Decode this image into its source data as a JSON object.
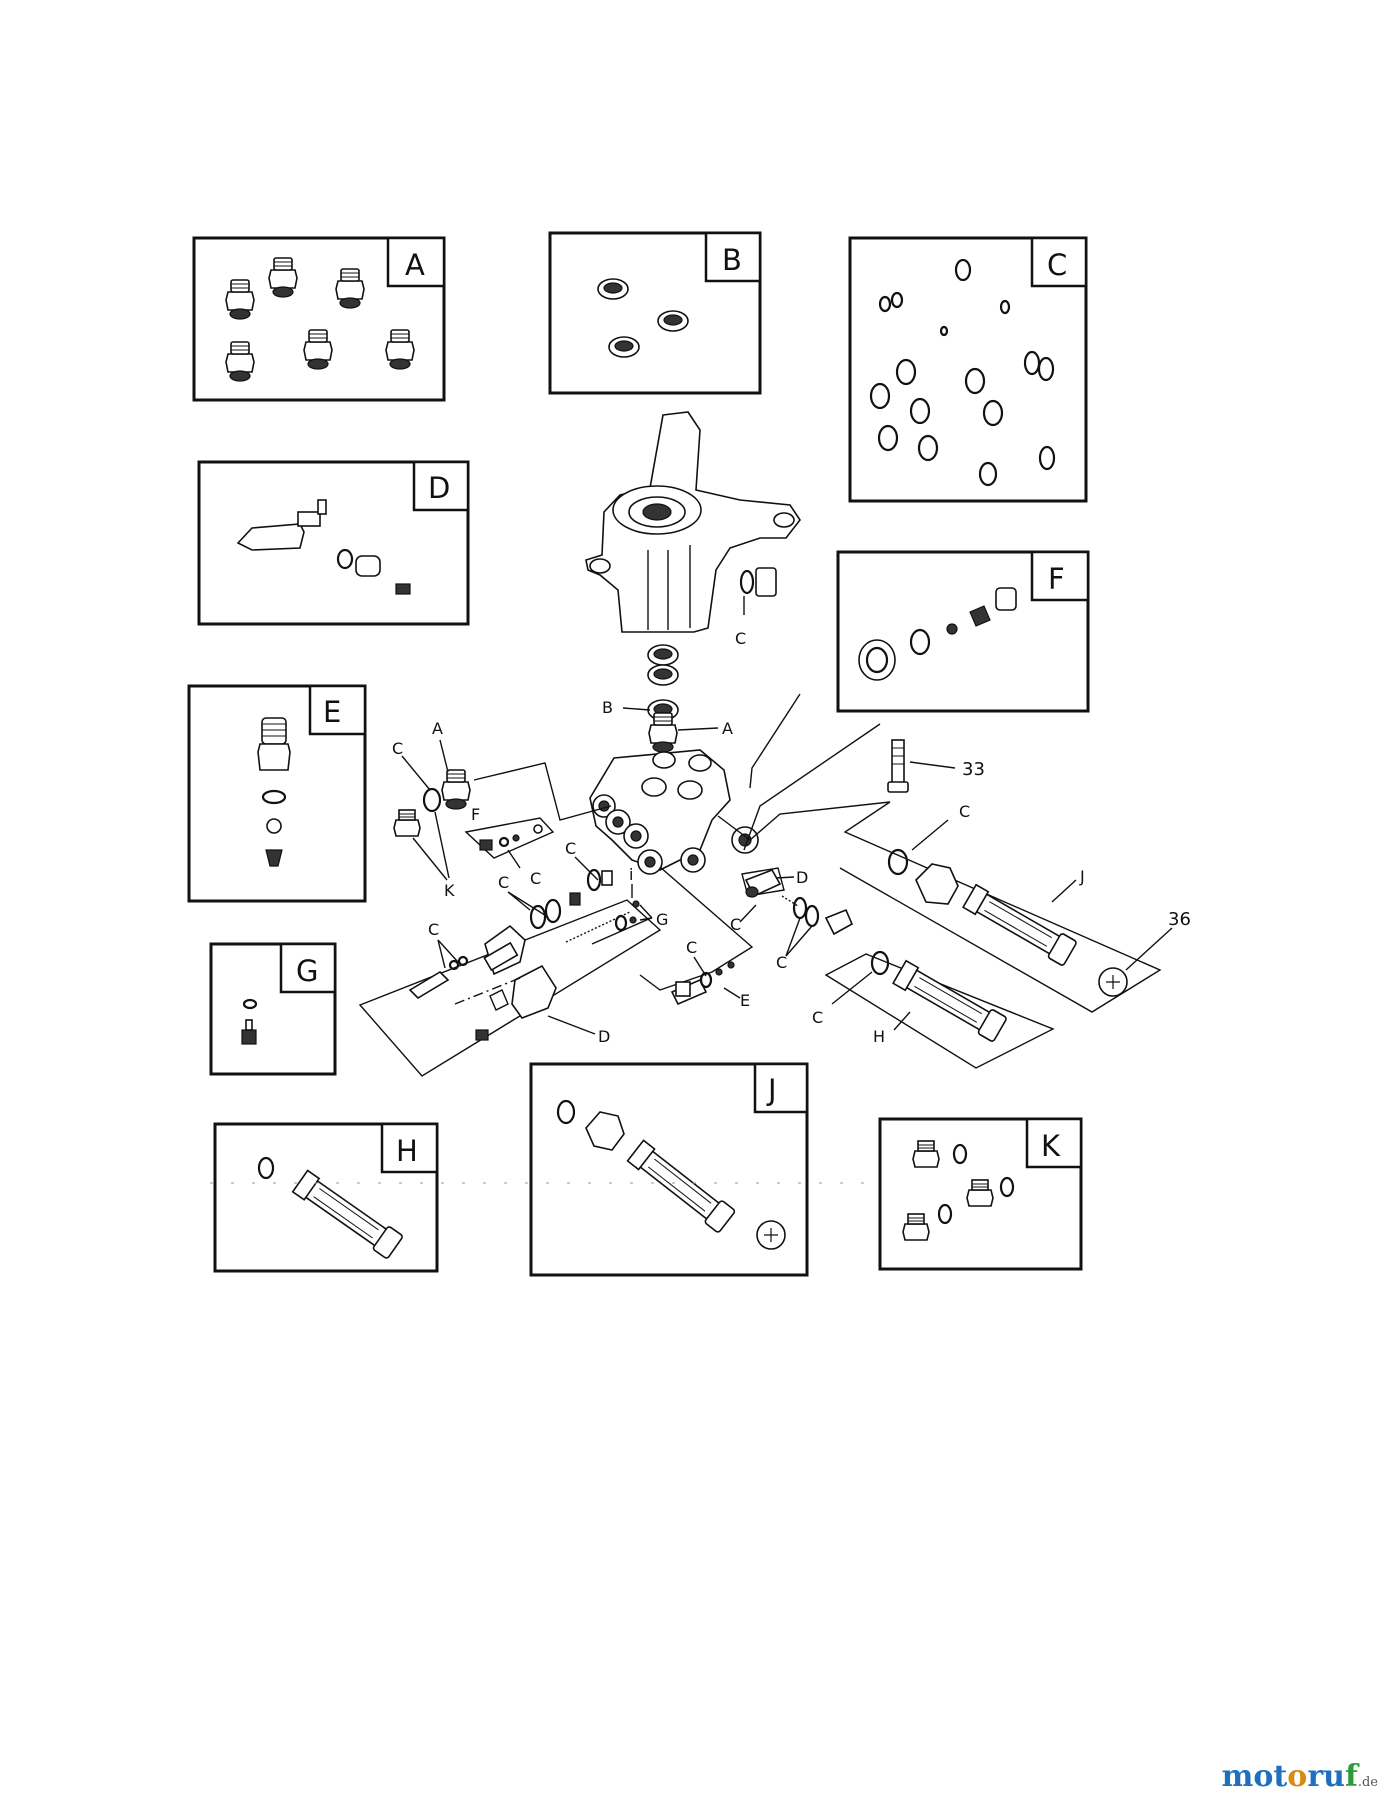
{
  "kits": {
    "A": "A",
    "B": "B",
    "C": "C",
    "D": "D",
    "E": "E",
    "F": "F",
    "G": "G",
    "H": "H",
    "J": "J",
    "K": "K"
  },
  "callouts": {
    "housing_c": "C",
    "seal_b": "B",
    "valve_a": "A",
    "bolt_num": "33",
    "left_c": "C",
    "left_a": "A",
    "left_k": "K",
    "f_label": "F",
    "f_c": "C",
    "c_upper": "C",
    "c_mid": "C",
    "c_low": "C",
    "d_bottom": "D",
    "g_label": "G",
    "e_c": "C",
    "e_label": "E",
    "d_right": "D",
    "d_c1": "C",
    "d_c2": "C",
    "j_c": "C",
    "j_label": "J",
    "plug_num": "36",
    "h_c": "C",
    "h_label": "H"
  },
  "icons": [
    "hex-valve",
    "seal-ring",
    "o-ring",
    "unloader-valve",
    "injector",
    "filter-tube",
    "threaded-plug",
    "bolt",
    "pump-housing",
    "manifold"
  ],
  "watermark": {
    "part1": "mot",
    "part2": "o",
    "part3": "ru",
    "part4": "f",
    "tld": ".de"
  }
}
